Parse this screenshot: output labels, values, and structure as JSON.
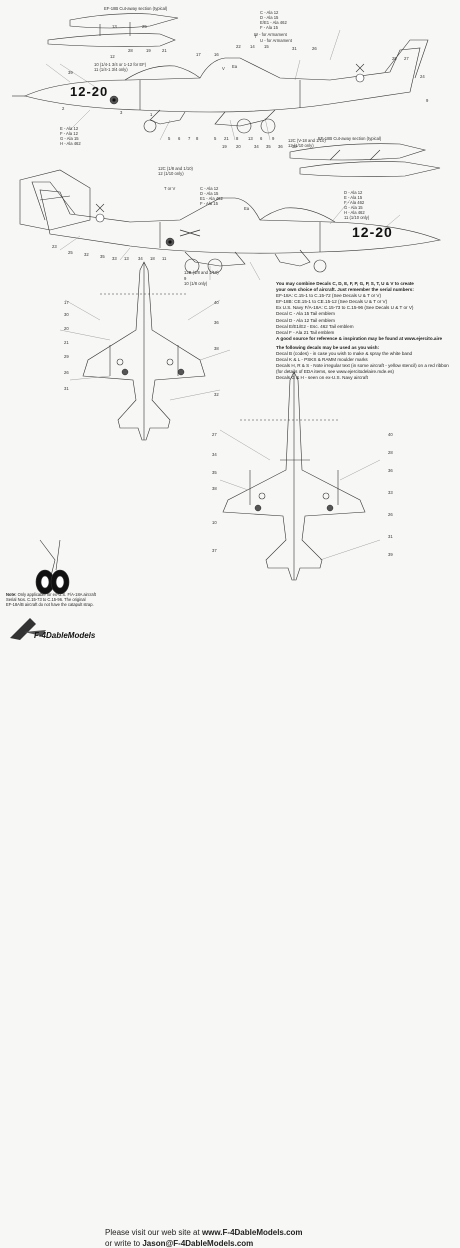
{
  "labels": {
    "cutaway_top": "EF-18B Cut-away section (typical)",
    "cutaway_right": "EF-18B Cut-away section (typical)",
    "tail_code": "12-20",
    "lbl_13": "13",
    "lbl_25": "25",
    "lbl_28": "28",
    "lbl_19": "19",
    "lbl_21": "21",
    "lbl_12": "12",
    "lbl_17": "17",
    "lbl_16": "16",
    "lbl_22": "22",
    "lbl_14": "14",
    "lbl_15": "15",
    "lbl_31": "31",
    "lbl_26": "26",
    "lbl_29": "29",
    "lbl_27": "27",
    "lbl_24": "24",
    "lbl_9": "9",
    "top_C": "C - Ala 12",
    "top_D": "D - Ala 15",
    "top_E": "E/E1 - Ala 462",
    "top_F": "F - Ala 15",
    "top_T": "T",
    "top_U": "U - for Armament",
    "top_W": "W - for Armament",
    "top_V": "V",
    "top_Ea": "Ea",
    "s10": "10 (1/4-1 3/4 or 1-12 for EF)",
    "s11": "11 (1/4-1 3/4 only)",
    "s39": "39",
    "s2": "2",
    "s3": "3",
    "s1": "1",
    "s5": "5",
    "s6": "6",
    "s7": "7",
    "s8": "8",
    "t5c": "5",
    "t21b": "21",
    "t8b": "8",
    "t13b": "13",
    "t6b": "6",
    "t9b": "9",
    "t19": "19",
    "t20": "20",
    "t34": "34",
    "t35": "35",
    "t36": "36",
    "t39b": "39",
    "lm_E": "E - Ala 12",
    "lm_F": "F - Ala 12",
    "lm_G": "G - Ala 15",
    "lm_H": "H - Ala 462",
    "mr_12C": "12C (V-18 and 1/10)",
    "mr_12B": "12 (1/10 only)",
    "m_12C": "12C (1/8 and 1/10)",
    "m_12": "12 (1/10 only)",
    "m_T": "T or V",
    "m_C": "C - Ala 12",
    "m_D": "D - Ala 15",
    "m_E": "E1 - Ala 462",
    "m_F": "F - Ala 15",
    "m_Ea": "Ea",
    "mr_D": "D - Ala 12",
    "mr_E": "E - Ala 15",
    "mr_F": "F - Ala 462",
    "mr_G": "G - Ala 15",
    "mr_H": "H - Ala 462",
    "mr_11": "11 (1/10 only)",
    "lb_23": "23",
    "lb_25": "25",
    "lb_32": "32",
    "lb_35": "35",
    "lb_33": "33",
    "lb_13": "13",
    "lb_34": "34",
    "lb_18": "18",
    "lb_11": "11",
    "lb_12": "12B (1/8 and 1/10)",
    "lb_9": "9",
    "lb_10": "10 (1/8 only)",
    "n_17": "17",
    "n_30": "30",
    "n_20": "20",
    "n_21": "21",
    "n_29": "29",
    "n_26": "26",
    "n_31": "31",
    "n_40": "40",
    "n_36": "36",
    "n_38": "38",
    "n_32": "32",
    "r_27": "27",
    "r_34": "34",
    "r_35": "35",
    "r_38": "38",
    "r_10": "10",
    "r_37": "37",
    "r_40": "40",
    "r_28": "28",
    "r_36": "36",
    "r_33": "33",
    "r_26": "26",
    "r_31": "31",
    "r_39": "39"
  },
  "notes": {
    "combine_1": "You may combine Decals C, D, E, F, P, G, P, S, T, U & V to create",
    "combine_2": "your own choice of aircraft. Just remember the serial numbers:",
    "serial_1": "EF-18A: C.15-1 to C.15-72 (See Decals U & T or V)",
    "serial_2": "EF-18B: CE.15-1 to CE.15-12 (See Decals U & T or V)",
    "serial_3": "Ex U.S. Navy F/A-18A: C.15-73 to C.15-96 (See Decals U & T or V)",
    "decal_c": "Decal C - Ala 15 Tail emblem",
    "decal_d": "Decal D - Ala 12 Tail emblem",
    "decal_e": "Decal E/E1/E2 - Esc. 462 Tail emblem",
    "decal_f": "Decal F - Ala 21 Tail emblem",
    "reference": "A good source for reference & inspiration may be found at www.ejercito.aire",
    "may_be_used": "The following decals may be used as you wish:",
    "use_1": "Decal B (codes) - in case you wish to make & spray the white band",
    "use_2": "Decal K & L - PSKS & RAMM moulder marks",
    "use_3": "Decals H, R & S - Note irregular text (in some aircraft - yellow stencil) on a red ribbon",
    "use_4": "(for details of EDA items, see www.ejercitodelaire.mde.es)",
    "use_5": "Decals G & H - seen on ex-U.S. Navy aircraft"
  },
  "footnote": {
    "head": "Note:",
    "line1": "Only applicable for ex-U.S. F/A-18A aircraft",
    "line2": "Serial Nos. C.15-73 to C.15-96. The original",
    "line3": "EF-18A/B aircraft do not have the catapult strap."
  },
  "footer": {
    "logo": "F-4DableModels",
    "line1_pre": "Please visit our web site at ",
    "line1_url": "www.F-4DableModels.com",
    "line2_pre": "or write to ",
    "line2_email": "Jason@F-4DableModels.com"
  }
}
